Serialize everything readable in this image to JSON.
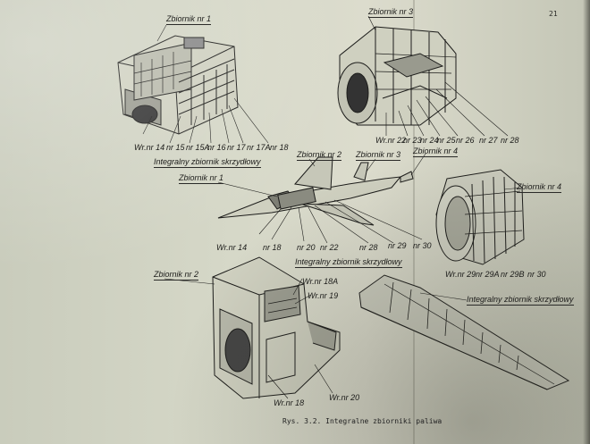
{
  "page_number": "21",
  "caption": "Rys. 3.2. Integralne zbiorniki paliwa",
  "figure_top_left": {
    "title": "Zbiornik nr 1",
    "frames": [
      "Wr.nr 14",
      "nr 15",
      "nr 15A",
      "nr 16",
      "nr 17",
      "nr 17A",
      "nr 18"
    ],
    "subtitle": "Integralny zbiornik skrzydłowy"
  },
  "figure_top_right": {
    "title": "Zbiornik nr 3",
    "frames": [
      "Wr.nr 22",
      "nr 23",
      "nr 24",
      "nr 25",
      "nr 26",
      "nr 27",
      "nr 28"
    ]
  },
  "figure_center": {
    "tank2": "Zbiornik nr 2",
    "tank3": "Zbiornik nr 3",
    "tank4": "Zbiornik nr 4",
    "tank1": "Zbiornik nr 1",
    "frames": [
      "Wr.nr 14",
      "nr 18",
      "nr 20",
      "nr 22",
      "nr 28",
      "nr 29",
      "nr 30"
    ],
    "subtitle": "Integralny zbiornik skrzydłowy"
  },
  "figure_right": {
    "title": "Zbiornik nr 4",
    "frames": [
      "Wr.nr 29",
      "nr 29A",
      "nr 29B",
      "nr 30"
    ]
  },
  "figure_bottom_left": {
    "title": "Zbiornik nr 2",
    "frames_top": [
      "Wr.nr 18A",
      "Wr.nr 19"
    ],
    "frames_bottom": [
      "Wr.nr 18",
      "Wr.nr 20"
    ]
  },
  "figure_wing": {
    "title": "Integralny zbiornik skrzydłowy"
  }
}
